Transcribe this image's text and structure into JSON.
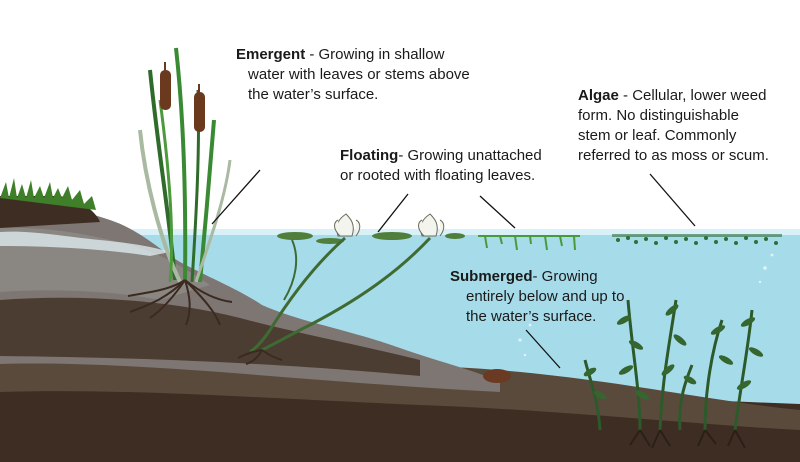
{
  "labels": {
    "emergent": {
      "title": "Emergent",
      "line1": " - Growing in shallow",
      "line2": "water with leaves or stems above",
      "line3": "the water’s surface."
    },
    "floating": {
      "title": "Floating",
      "line1": "- Growing unattached",
      "line2": "or rooted with floating leaves."
    },
    "algae": {
      "title": "Algae",
      "line1": " - Cellular, lower weed",
      "line2": "form.  No distinguishable",
      "line3": "stem or leaf.  Commonly",
      "line4": "referred to as moss or scum."
    },
    "submerged": {
      "title": "Submerged",
      "line1": "- Growing",
      "line2": "entirely below and up to",
      "line3": "the water’s surface."
    }
  },
  "colors": {
    "water": "#a6dcea",
    "water_surface": "#d8f1f8",
    "soil_dark": "#3e2d22",
    "soil_mid": "#5a4a3c",
    "bank": "#7d7672",
    "rock": "#8a8682",
    "grass": "#3f7f2a",
    "cattail_head": "#6b3a1e",
    "roots": "#3b2a20",
    "plant_green": "#2f5f2a",
    "algae_green": "#2f6d3a"
  },
  "icons": [
    "cattail-plant",
    "water-lily",
    "submerged-weed",
    "algae-mat",
    "grass-tuft",
    "air-bubble"
  ]
}
